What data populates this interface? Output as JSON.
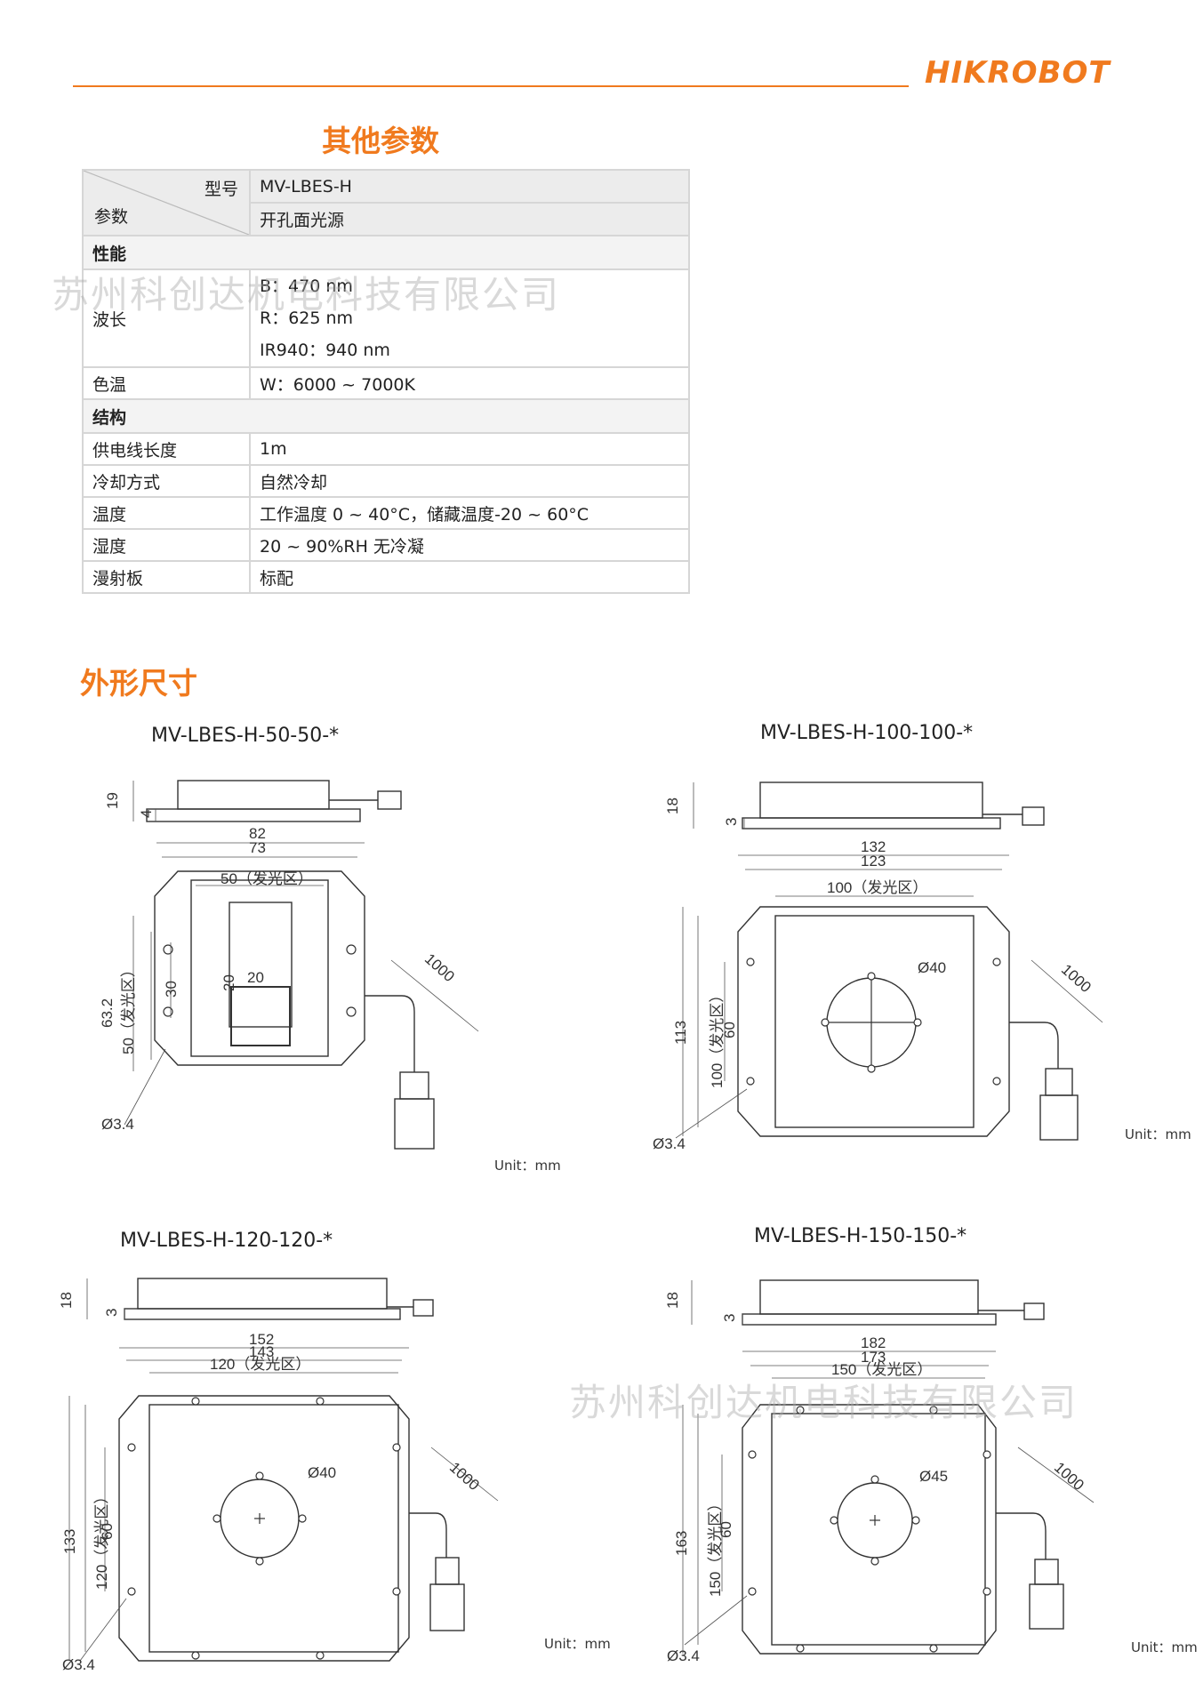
{
  "brand": "HIKROBOT",
  "section_params": "其他参数",
  "table": {
    "model_label": "型号",
    "model_value": "MV-LBES-H",
    "param_label": "参数",
    "param_value": "开孔面光源",
    "sec_performance": "性能",
    "wavelength_label": "波长",
    "wavelength_lines": [
      "B：470 nm",
      "R：625 nm",
      "IR940：940 nm"
    ],
    "color_temp_label": "色温",
    "color_temp_value": "W：6000 ~ 7000K",
    "sec_structure": "结构",
    "cable_label": "供电线长度",
    "cable_value": "1m",
    "cooling_label": "冷却方式",
    "cooling_value": "自然冷却",
    "temp_label": "温度",
    "temp_value": "工作温度 0 ~ 40°C，储藏温度-20 ~ 60°C",
    "humidity_label": "湿度",
    "humidity_value": "20 ~ 90%RH  无冷凝",
    "diffuser_label": "漫射板",
    "diffuser_value": "标配"
  },
  "watermark": "苏州科创达机电科技有限公司",
  "section_dims": "外形尺寸",
  "drawings": [
    {
      "title": "MV-LBES-H-50-50-*",
      "h_total": "19",
      "h_plate": "4",
      "w_outer": "82",
      "w_holes": "73",
      "w_emit": "50（发光区）",
      "h_outer": "63.2",
      "h_emit": "50（发光区）",
      "h_holes": "30",
      "hole_w": "20",
      "hole_h": "20",
      "cable": "1000",
      "screw": "Ø3.4",
      "unit": "Unit：mm"
    },
    {
      "title": "MV-LBES-H-100-100-*",
      "h_total": "18",
      "h_plate": "3",
      "w_outer": "132",
      "w_holes": "123",
      "w_emit": "100（发光区）",
      "h_outer": "113",
      "h_emit": "100（发光区）",
      "h_holes": "60",
      "hole_d": "Ø40",
      "cable": "1000",
      "screw": "Ø3.4",
      "unit": "Unit：mm"
    },
    {
      "title": "MV-LBES-H-120-120-*",
      "h_total": "18",
      "h_plate": "3",
      "w_outer": "152",
      "w_holes": "143",
      "w_emit": "120（发光区）",
      "h_outer": "133",
      "h_emit": "120（发光区）",
      "h_holes": "60",
      "hole_d": "Ø40",
      "cable": "1000",
      "screw": "Ø3.4",
      "unit": "Unit：mm"
    },
    {
      "title": "MV-LBES-H-150-150-*",
      "h_total": "18",
      "h_plate": "3",
      "w_outer": "182",
      "w_holes": "173",
      "w_emit": "150（发光区）",
      "h_outer": "163",
      "h_emit": "150（发光区）",
      "h_holes": "60",
      "hole_d": "Ø45",
      "cable": "1000",
      "screw": "Ø3.4",
      "unit": "Unit：mm"
    }
  ]
}
